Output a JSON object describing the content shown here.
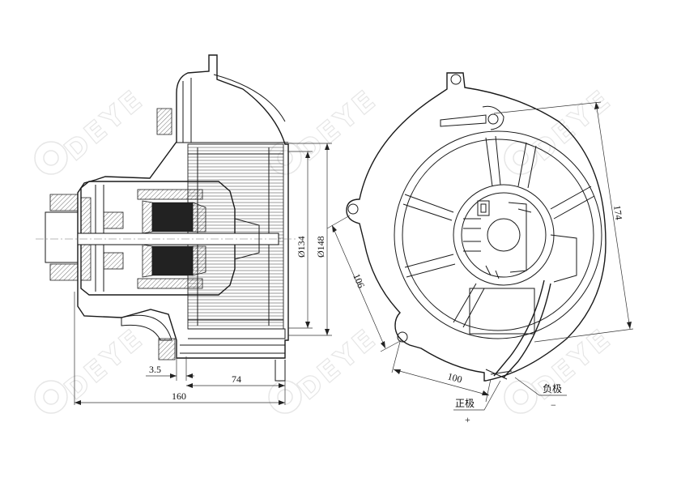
{
  "watermark": {
    "brand_text": "DEYE"
  },
  "left_view": {
    "dimensions": {
      "dia_inner": "Ø134",
      "dia_outer": "Ø148",
      "offset": "3.5",
      "wheel_width": "74",
      "overall_length": "160"
    }
  },
  "right_view": {
    "dimensions": {
      "diagonal_large": "174",
      "flange_height": "106",
      "flange_width": "100"
    },
    "terminals": {
      "negative_label": "负极",
      "negative_symbol": "−",
      "positive_label": "正极",
      "positive_symbol": "+"
    }
  }
}
